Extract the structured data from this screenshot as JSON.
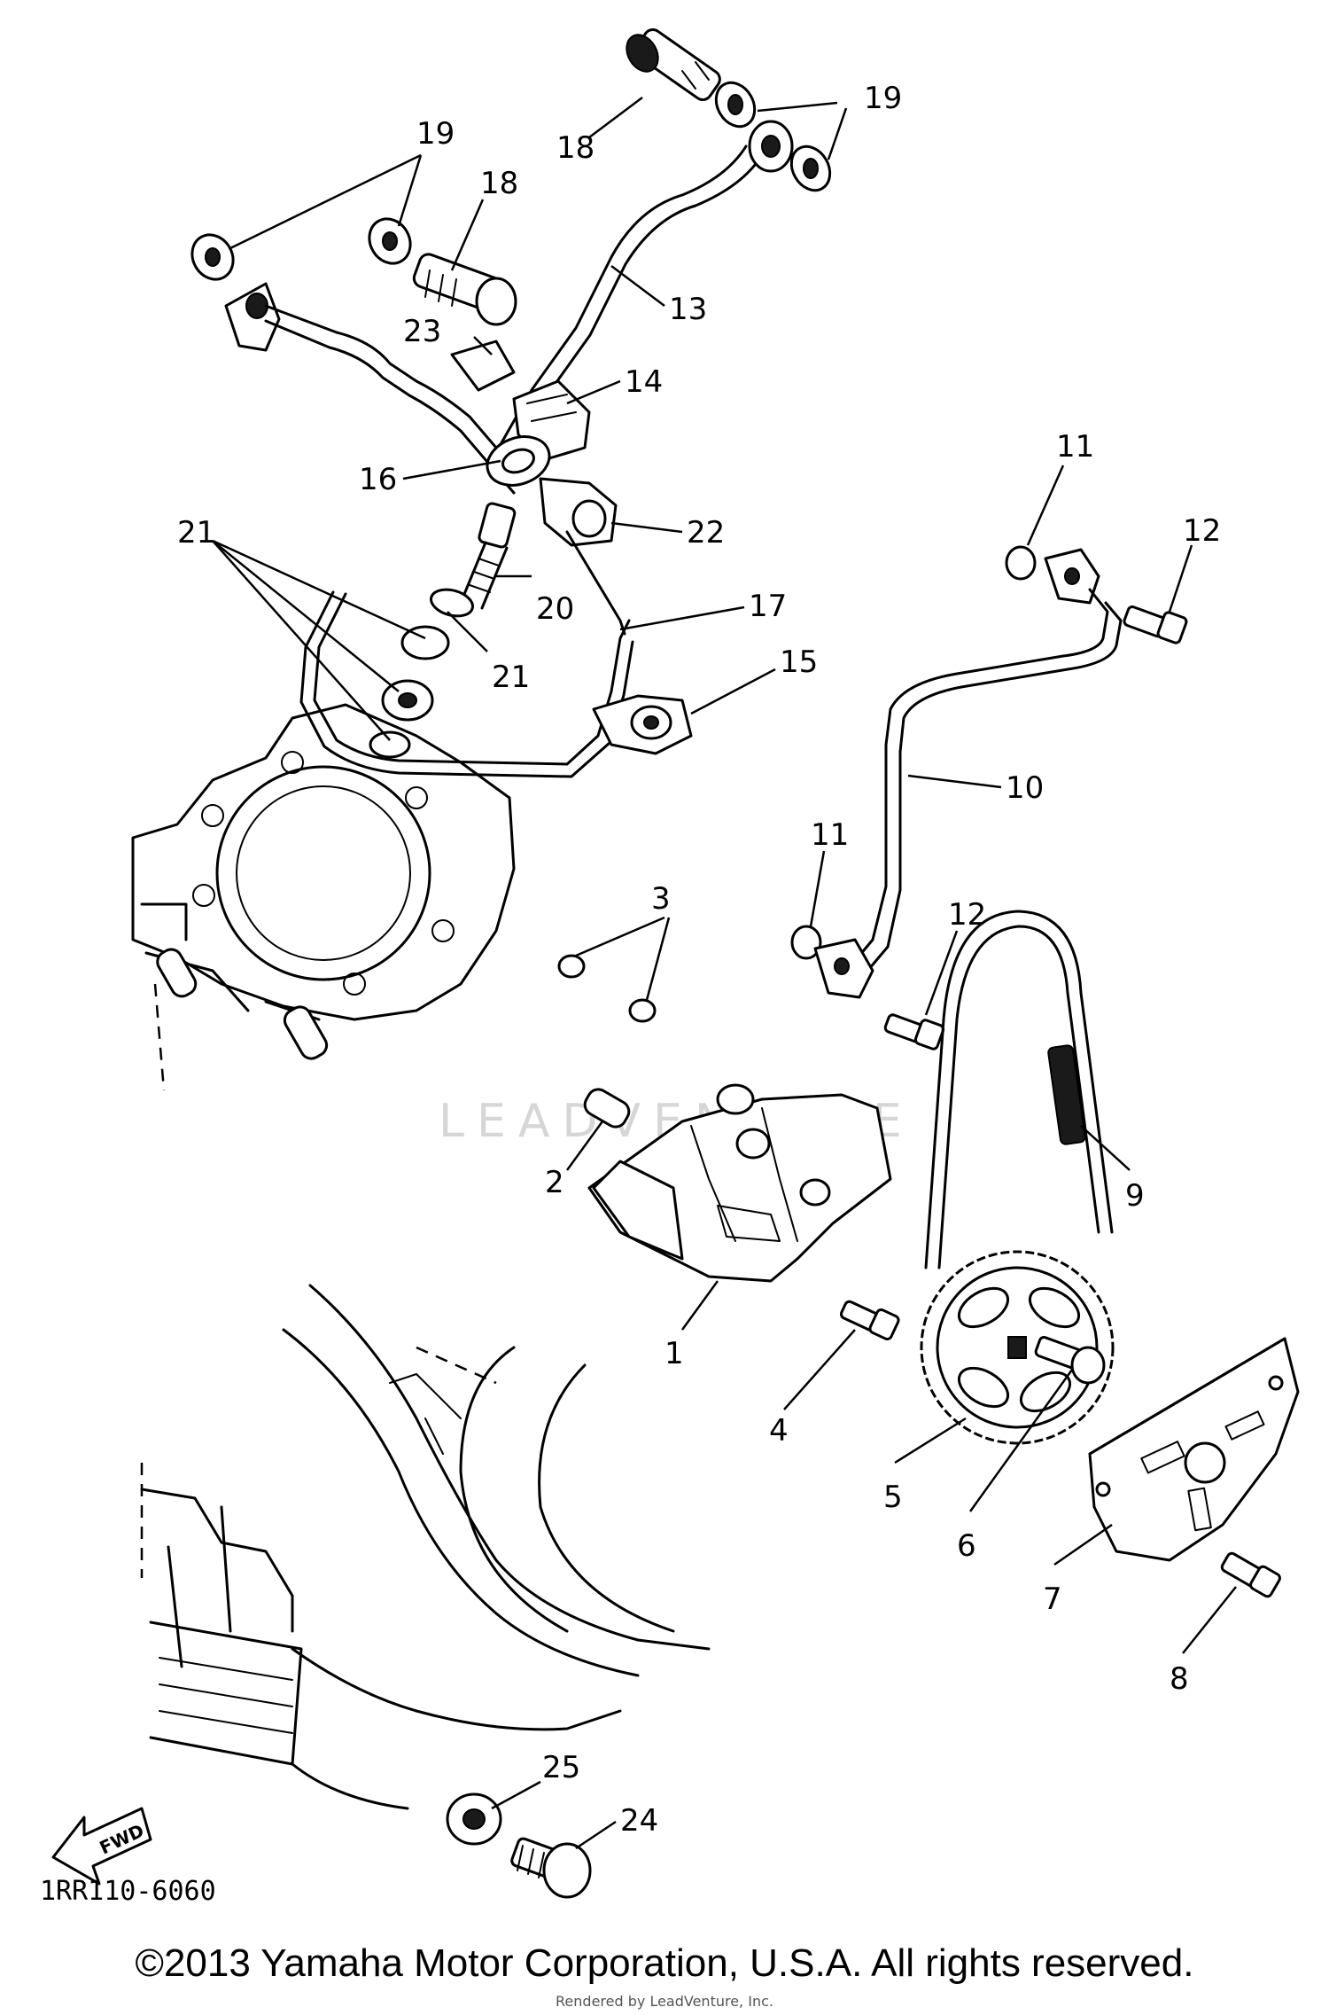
{
  "diagram": {
    "callouts": {
      "c1": "1",
      "c2": "2",
      "c3": "3",
      "c4": "4",
      "c5": "5",
      "c6": "6",
      "c7": "7",
      "c8": "8",
      "c9": "9",
      "c10": "10",
      "c11a": "11",
      "c11b": "11",
      "c12a": "12",
      "c12b": "12",
      "c13": "13",
      "c14": "14",
      "c15": "15",
      "c16": "16",
      "c17": "17",
      "c18a": "18",
      "c18b": "18",
      "c19a": "19",
      "c19b": "19",
      "c20": "20",
      "c21a": "21",
      "c21b": "21",
      "c22": "22",
      "c23": "23",
      "c24": "24",
      "c25": "25"
    },
    "fwd_label": "FWD",
    "diagram_code": "1RR110-6060",
    "watermark": "LEADVENTURE",
    "watermark_footer": "Rendered by LeadVenture, Inc.",
    "copyright": "©2013 Yamaha Motor Corporation, U.S.A. All rights reserved."
  }
}
